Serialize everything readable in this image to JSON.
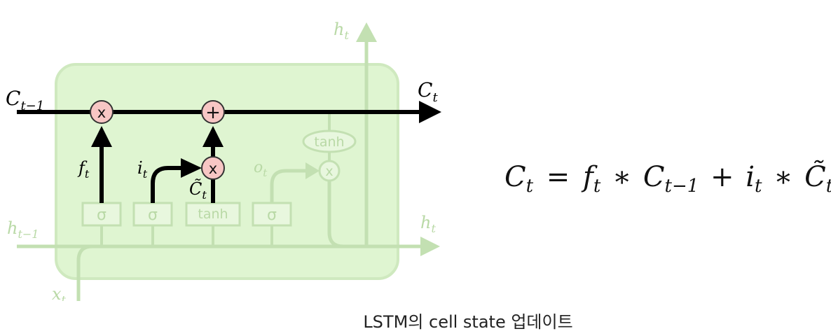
{
  "colors": {
    "cell_fill": "#dff5d1",
    "cell_stroke": "#cfe9bf",
    "faded": "#c3e0b2",
    "faded_text": "#b9d9a6",
    "active": "#000000",
    "op_fill": "#f7c6c4",
    "op_stroke": "#333333"
  },
  "labels": {
    "c_prev": {
      "base": "C",
      "sub": "t−1"
    },
    "c_next": {
      "base": "C",
      "sub": "t"
    },
    "h_top": {
      "base": "h",
      "sub": "t"
    },
    "h_prev": {
      "base": "h",
      "sub": "t−1"
    },
    "h_right": {
      "base": "h",
      "sub": "t"
    },
    "x_in": {
      "base": "x",
      "sub": "t"
    },
    "f_gate": {
      "base": "f",
      "sub": "t"
    },
    "i_gate": {
      "base": "i",
      "sub": "t"
    },
    "o_gate": {
      "base": "o",
      "sub": "t"
    },
    "c_tilde": {
      "base": "C̃",
      "sub": "t"
    }
  },
  "operators": {
    "multiply": "x",
    "add": "+"
  },
  "blocks": {
    "sigma": "σ",
    "tanh_block": "tanh",
    "tanh_oval": "tanh"
  },
  "equation": {
    "lhs": {
      "base": "C",
      "sub": "t"
    },
    "equals": "=",
    "t1": {
      "base": "f",
      "sub": "t"
    },
    "star1": "∗",
    "t2": {
      "base": "C",
      "sub": "t−1"
    },
    "plus": "+",
    "t3": {
      "base": "i",
      "sub": "t"
    },
    "star2": "∗",
    "t4": {
      "base": "C̃",
      "sub": "t"
    }
  },
  "caption": "LSTM의 cell state 업데이트"
}
